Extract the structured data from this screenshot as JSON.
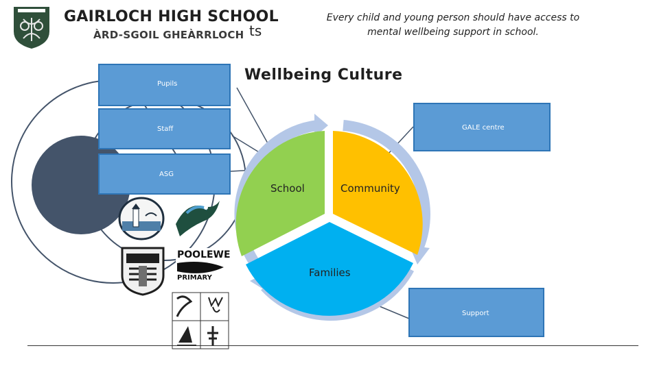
{
  "header": {
    "school_name": "GAIRLOCH HIGH SCHOOL",
    "school_name_gaelic": "ÀRD-SGOIL GHEÀRRLOCH",
    "fragment_text": "ts",
    "quote": "Every child and young person should have access to mental wellbeing support in school."
  },
  "title": "Wellbeing Culture",
  "boxes": {
    "pupils": "Pupils",
    "staff": "Staff",
    "asg": "ASG",
    "gale_centre": "GALE centre",
    "support": "Support"
  },
  "cycle": {
    "school": "School",
    "community": "Community",
    "families": "Families"
  },
  "primary_logos": {
    "poolewe_line1": "POOLEWE",
    "poolewe_line2": "PRIMARY"
  },
  "colors": {
    "box_fill": "#5b9bd5",
    "school_segment": "#92d050",
    "community_segment": "#ffc000",
    "families_segment": "#00b0f0",
    "ring": "#b4c7e7",
    "logo_green": "#2f4f3a",
    "dark_circle": "#44546a"
  },
  "icons": [
    "school-crest-icon",
    "lighthouse-badge-icon",
    "bird-badge-icon",
    "crest-badge-icon",
    "poolewe-logo-icon",
    "quad-emblem-icon"
  ]
}
